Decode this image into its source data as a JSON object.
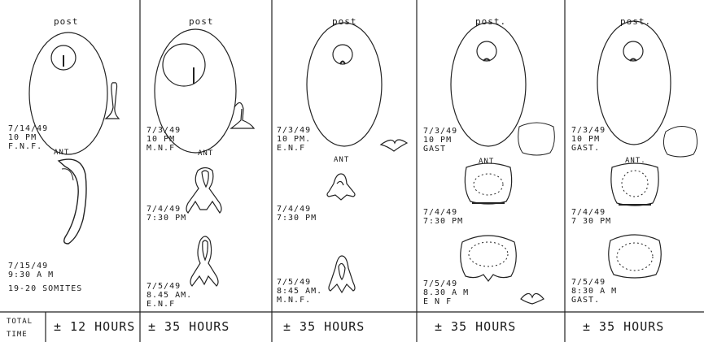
{
  "columns": [
    {
      "post": "post",
      "ant": "ANT",
      "stages": [
        {
          "date": "7/14/49",
          "time": "10 PM",
          "stage": "F.N.F."
        },
        {
          "date": "7/15/49",
          "time": "9:30 A M",
          "stage": "19-20 SOMITES"
        }
      ],
      "total": "± 12 HOURS"
    },
    {
      "post": "post",
      "ant": "ANT",
      "stages": [
        {
          "date": "7/3/49",
          "time": "10 PM",
          "stage": "M.N.F"
        },
        {
          "date": "7/4/49",
          "time": "7:30 PM",
          "stage": ""
        },
        {
          "date": "7/5/49",
          "time": "8.45 AM.",
          "stage": "E.N.F"
        }
      ],
      "total": "± 35 HOURS"
    },
    {
      "post": "post",
      "ant": "ANT",
      "stages": [
        {
          "date": "7/3/49",
          "time": "10 PM.",
          "stage": "E.N.F"
        },
        {
          "date": "7/4/49",
          "time": "7:30 PM",
          "stage": ""
        },
        {
          "date": "7/5/49",
          "time": "8:45 AM.",
          "stage": "M.N.F."
        }
      ],
      "total": "± 35 HOURS"
    },
    {
      "post": "post.",
      "ant": "ANT",
      "stages": [
        {
          "date": "7/3/49",
          "time": "10 PM",
          "stage": "GAST"
        },
        {
          "date": "7/4/49",
          "time": "7:30 PM",
          "stage": ""
        },
        {
          "date": "7/5/49",
          "time": "8.30 A M",
          "stage": "E N F"
        }
      ],
      "total": "± 35 HOURS"
    },
    {
      "post": "post.",
      "ant": "ANT.",
      "stages": [
        {
          "date": "7/3/49",
          "time": "10 PM",
          "stage": "GAST."
        },
        {
          "date": "7/4/49",
          "time": "7 30 PM",
          "stage": ""
        },
        {
          "date": "7/5/49",
          "time": "8:30 A M",
          "stage": "GAST."
        }
      ],
      "total": "± 35 HOURS"
    }
  ],
  "total_time_label": "TOTAL TIME"
}
